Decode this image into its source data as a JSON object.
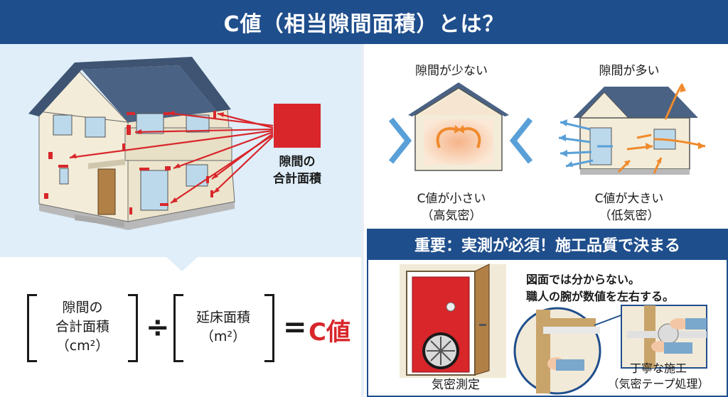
{
  "header": {
    "title": "C値（相当隙間面積）とは？"
  },
  "left": {
    "gap_label_line1": "隙間の",
    "gap_label_line2": "合計面積"
  },
  "formula": {
    "numerator_line1": "隙間の",
    "numerator_line2": "合計面積",
    "numerator_line3": "（cm²）",
    "divide": "÷",
    "denominator_line1": "延床面積",
    "denominator_line2": "（m²）",
    "equals": "=",
    "result": "C値"
  },
  "compare": {
    "few": {
      "title": "隙間が少ない",
      "caption1": "C値が小さい",
      "caption2": "（高気密）"
    },
    "many": {
      "title": "隙間が多い",
      "caption1": "C値が大きい",
      "caption2": "（低気密）"
    }
  },
  "important": {
    "title": "重要：実測が必須！施工品質で決まる",
    "note_line1": "図面では分からない。",
    "note_line2": "職人の腕が数値を左右する。",
    "test_caption": "気密測定",
    "work_caption1": "丁寧な施工",
    "work_caption2": "（気密テープ処理）"
  },
  "colors": {
    "navy": "#1f4e8c",
    "red": "#d8262b",
    "orange": "#f08a2c",
    "blue_arrow": "#5aa0d8"
  }
}
